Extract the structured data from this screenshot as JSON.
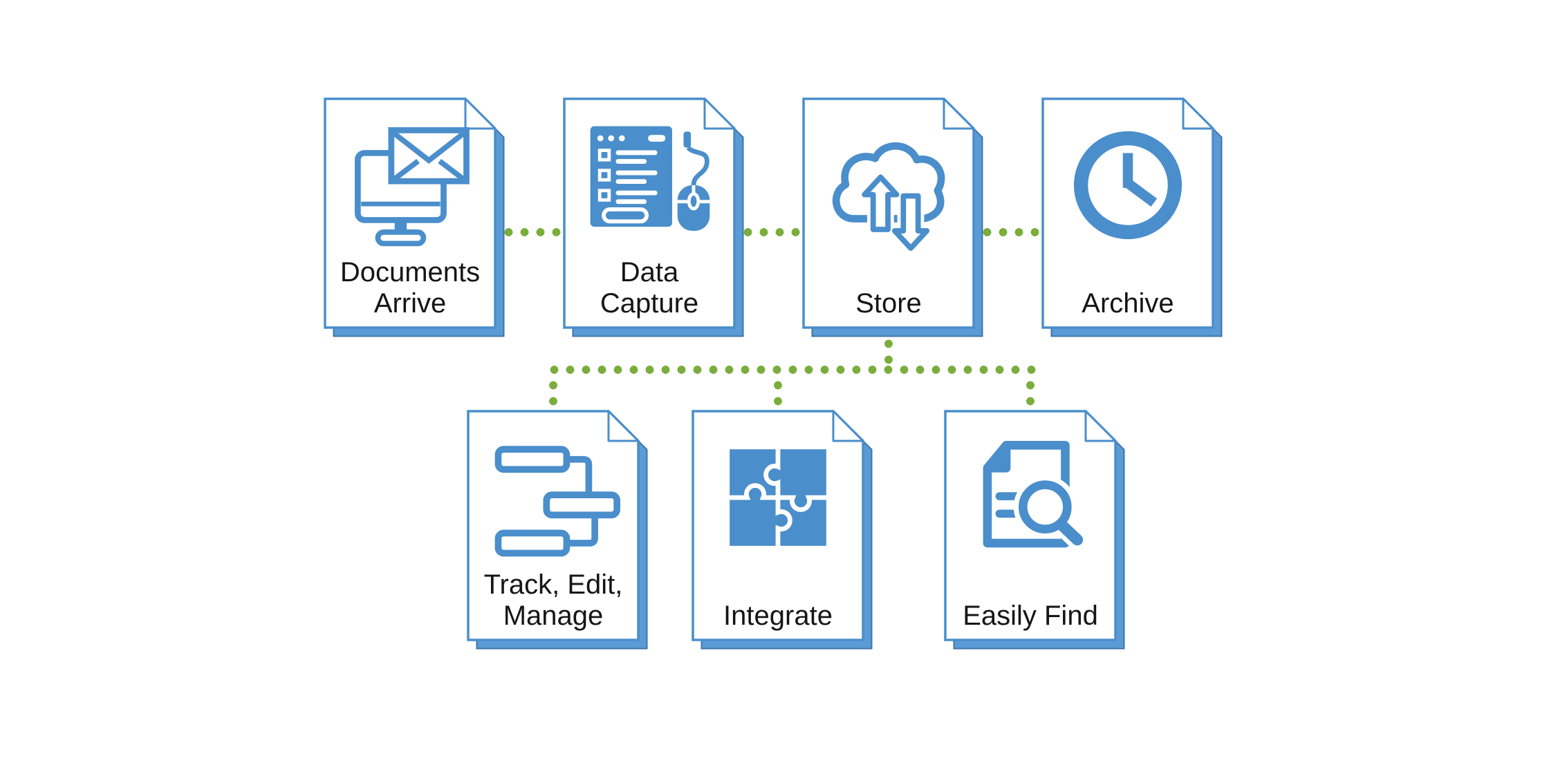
{
  "diagram": {
    "type": "document-workflow-flowchart",
    "top_row": [
      {
        "label": "Documents\nArrive",
        "icon": "monitor-envelope-icon"
      },
      {
        "label": "Data\nCapture",
        "icon": "form-mouse-icon"
      },
      {
        "label": "Store",
        "icon": "cloud-upload-download-icon"
      },
      {
        "label": "Archive",
        "icon": "clock-icon"
      }
    ],
    "bottom_row": [
      {
        "label": "Track, Edit,\nManage",
        "icon": "gantt-flow-icon"
      },
      {
        "label": "Integrate",
        "icon": "puzzle-icon"
      },
      {
        "label": "Easily Find",
        "icon": "document-search-icon"
      }
    ],
    "connectors": [
      {
        "from": "Documents Arrive",
        "to": "Data Capture",
        "style": "green-dotted"
      },
      {
        "from": "Data Capture",
        "to": "Store",
        "style": "green-dotted"
      },
      {
        "from": "Store",
        "to": "Archive",
        "style": "green-dotted"
      },
      {
        "from": "Store",
        "to": "Track, Edit, Manage",
        "style": "green-dotted"
      },
      {
        "from": "Store",
        "to": "Integrate",
        "style": "green-dotted"
      },
      {
        "from": "Store",
        "to": "Easily Find",
        "style": "green-dotted"
      }
    ],
    "colors": {
      "card_blue": "#4a8ecb",
      "shadow_blue": "#5b9bd5",
      "shadow_edge_blue": "#3f74ab",
      "connector_green": "#7aad3c",
      "text": "#151515",
      "background": "#ffffff"
    }
  }
}
